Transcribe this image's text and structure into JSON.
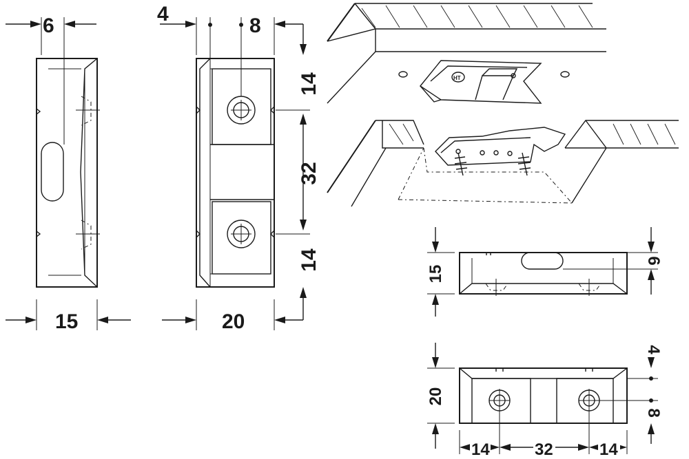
{
  "side_view": {
    "slot_width": "6",
    "body_width": "15"
  },
  "front_view": {
    "edge_offset": "4",
    "hole_diameter": "8",
    "top_margin": "14",
    "hole_spacing": "32",
    "bottom_margin": "14",
    "body_width": "20"
  },
  "bottom_view_a": {
    "height": "15",
    "slot_width": "6"
  },
  "bottom_view_b": {
    "height": "20",
    "edge_offset": "4",
    "hole_diameter": "8",
    "left_margin": "14",
    "hole_spacing": "32",
    "right_margin": "14"
  },
  "part_label": "HT"
}
